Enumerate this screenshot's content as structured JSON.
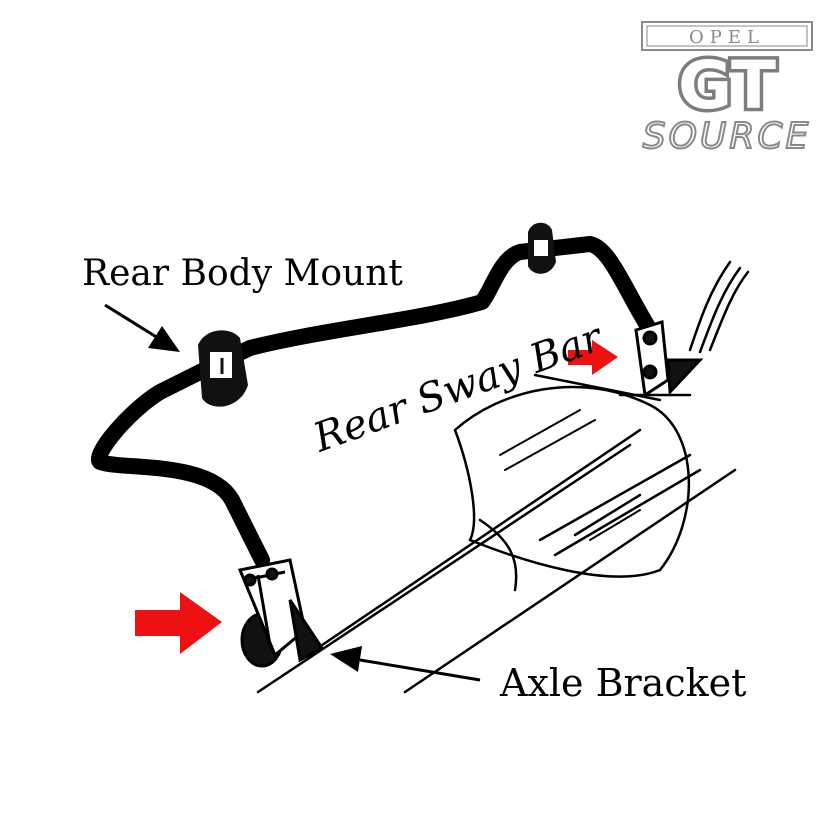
{
  "logo": {
    "line1": "OPEL",
    "line2": "GT",
    "line3": "SOURCE"
  },
  "labels": {
    "rear_body_mount": "Rear Body Mount",
    "rear_sway_bar": "Rear Sway Bar",
    "axle_bracket": "Axle Bracket"
  },
  "colors": {
    "highlight_arrow": "#ee1111",
    "line_art": "#000000",
    "logo_gray": "#8a8a8a"
  }
}
